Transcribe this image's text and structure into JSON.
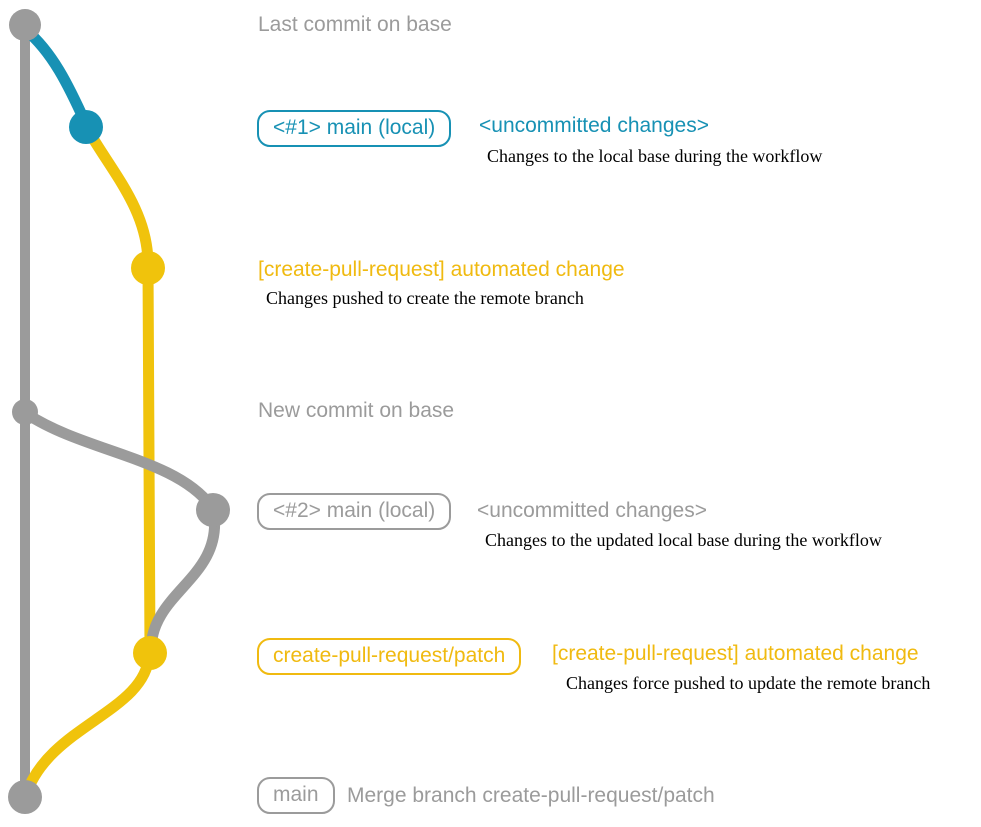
{
  "colors": {
    "background": "#ffffff",
    "gray": "#9b9b9b",
    "blue": "#1791b4",
    "yellow": "#f0c30c",
    "yellow_text": "#f0ba10",
    "black": "#000000"
  },
  "graph": {
    "nodes": [
      {
        "id": "last-commit-on-base",
        "branch": "base",
        "color": "gray"
      },
      {
        "id": "main-local-1",
        "branch": "local-main",
        "color": "blue"
      },
      {
        "id": "create-pull-request-commit-1",
        "branch": "create-pull-request/patch",
        "color": "yellow"
      },
      {
        "id": "new-commit-on-base",
        "branch": "base",
        "color": "gray"
      },
      {
        "id": "main-local-2",
        "branch": "local-main",
        "color": "gray"
      },
      {
        "id": "create-pull-request-commit-2",
        "branch": "create-pull-request/patch",
        "color": "yellow"
      },
      {
        "id": "merge-commit",
        "branch": "base",
        "color": "gray"
      }
    ]
  },
  "annotations": {
    "row1": {
      "title": "Last commit on base"
    },
    "row2": {
      "badge": "<#1> main (local)",
      "title": "<uncommitted changes>",
      "description": "Changes to the local base during the workflow"
    },
    "row3": {
      "title": "[create-pull-request] automated change",
      "description": "Changes pushed to create the remote branch"
    },
    "row4": {
      "title": "New commit on base"
    },
    "row5": {
      "badge": "<#2> main (local)",
      "title": "<uncommitted changes>",
      "description": "Changes to the updated local base during the workflow"
    },
    "row6": {
      "badge": "create-pull-request/patch",
      "title": "[create-pull-request] automated change",
      "description": "Changes force pushed to update the remote branch"
    },
    "row7": {
      "badge": "main",
      "title": "Merge branch create-pull-request/patch"
    }
  }
}
